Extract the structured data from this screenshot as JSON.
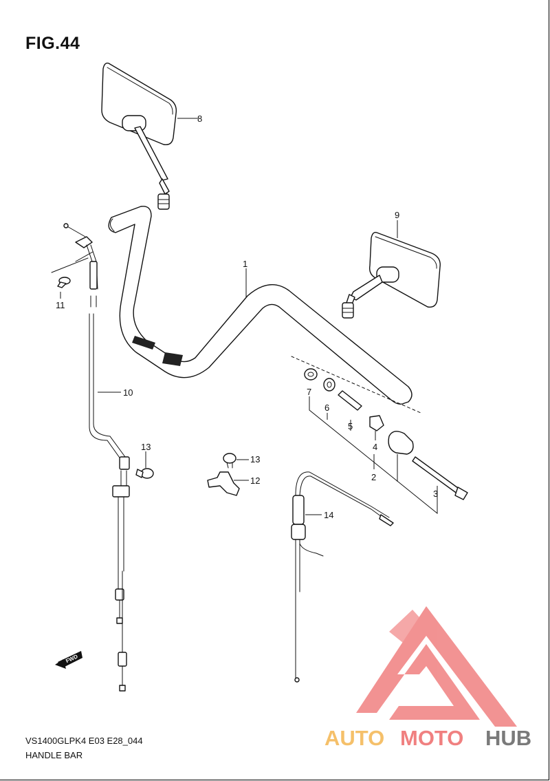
{
  "figure_title": "FIG.44",
  "parts": {
    "p1": "1",
    "p2": "2",
    "p3": "3",
    "p4": "4",
    "p5": "5",
    "p6": "6",
    "p7": "7",
    "p8": "8",
    "p9": "9",
    "p10": "10",
    "p11": "11",
    "p12": "12",
    "p13a": "13",
    "p13b": "13",
    "p14": "14"
  },
  "fwd_label": "FWD",
  "footer": {
    "model_code": "VS1400GLPK4 E03 E28_044",
    "section_name": "HANDLE BAR"
  },
  "watermark": {
    "text_auto": "AUTO",
    "text_moto": "MOTO",
    "text_hub": "HUB",
    "color_red": "#f08080",
    "color_orange": "#f5c06a",
    "color_gray": "#7a7a7a"
  }
}
